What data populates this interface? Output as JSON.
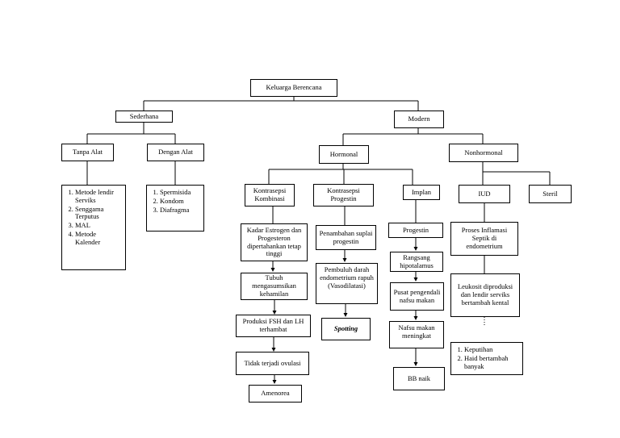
{
  "root": "Keluarga Berencana",
  "sederhana": "Sederhana",
  "modern": "Modern",
  "tanpa_alat": {
    "title": "Tanpa Alat",
    "items": [
      "Metode lendir Serviks",
      "Senggama Terputus",
      "MAL",
      "Metode Kalender"
    ]
  },
  "dengan_alat": {
    "title": "Dengan Alat",
    "items": [
      "Spermisida",
      "Kondom",
      "Diafragma"
    ]
  },
  "hormonal": "Hormonal",
  "nonhormonal": "Nonhormonal",
  "kontrasepsi_kombinasi": "Kontrasepsi Kombinasi",
  "kontrasepsi_progestin": "Kontrasepsi Progestin",
  "implan": "Implan",
  "iud": "IUD",
  "steril": "Steril",
  "kombinasi_flow": [
    "Kadar Estrogen dan Progesteron dipertahankan tetap tinggi",
    "Tubuh mengasumsikan kehamilan",
    "Produksi FSH dan LH terhambat",
    "Tidak terjadi ovulasi",
    "Amenorea"
  ],
  "progestin_flow": [
    "Penambahan suplai progestin",
    "Pembuluh darah endometrium rapuh (Vasodilatasi)",
    "Spotting"
  ],
  "implan_flow": [
    "Progestin",
    "Rangsang hipotalamus",
    "Pusat pengendali nafsu makan",
    "Nafsu makan meningkat",
    "BB naik"
  ],
  "iud_flow": [
    "Proses Inflamasi Septik di endometrium",
    "Leukosit diproduksi dan lendir serviks bertambah kental"
  ],
  "iud_effects": [
    "Keputihan",
    "Haid bertambah banyak"
  ]
}
